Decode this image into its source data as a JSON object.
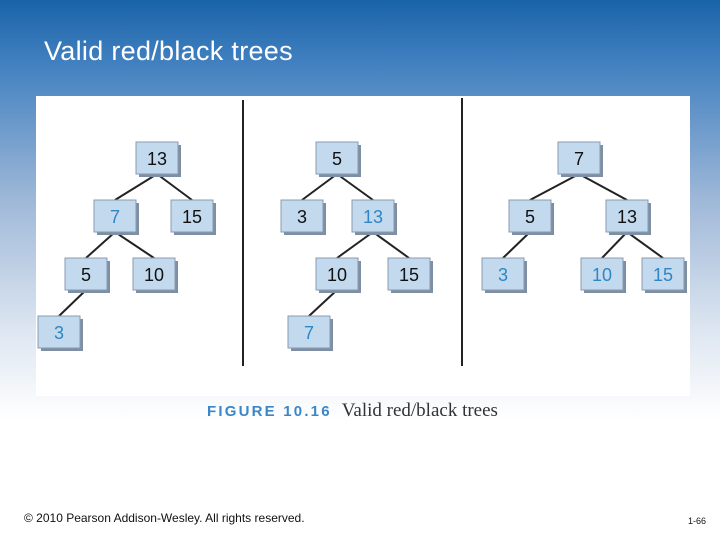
{
  "slide": {
    "title": "Valid red/black trees",
    "copyright": "© 2010 Pearson Addison-Wesley. All rights reserved.",
    "page_number": "1-66"
  },
  "figure": {
    "label": "FIGURE 10.16",
    "caption": "Valid red/black trees"
  },
  "colors": {
    "black_node_text": "#111111",
    "red_node_text": "#2f86c4",
    "node_fill": "#c3d9ee"
  },
  "trees": [
    {
      "nodes": [
        {
          "id": "a13",
          "value": "13",
          "color": "black"
        },
        {
          "id": "a7",
          "value": "7",
          "color": "red"
        },
        {
          "id": "a15",
          "value": "15",
          "color": "black"
        },
        {
          "id": "a5",
          "value": "5",
          "color": "black"
        },
        {
          "id": "a10",
          "value": "10",
          "color": "black"
        },
        {
          "id": "a3",
          "value": "3",
          "color": "red"
        }
      ],
      "edges": [
        [
          "a13",
          "a7"
        ],
        [
          "a13",
          "a15"
        ],
        [
          "a7",
          "a5"
        ],
        [
          "a7",
          "a10"
        ],
        [
          "a5",
          "a3"
        ]
      ]
    },
    {
      "nodes": [
        {
          "id": "b5",
          "value": "5",
          "color": "black"
        },
        {
          "id": "b3",
          "value": "3",
          "color": "black"
        },
        {
          "id": "b13",
          "value": "13",
          "color": "red"
        },
        {
          "id": "b10",
          "value": "10",
          "color": "black"
        },
        {
          "id": "b15",
          "value": "15",
          "color": "black"
        },
        {
          "id": "b7",
          "value": "7",
          "color": "red"
        }
      ],
      "edges": [
        [
          "b5",
          "b3"
        ],
        [
          "b5",
          "b13"
        ],
        [
          "b13",
          "b10"
        ],
        [
          "b13",
          "b15"
        ],
        [
          "b10",
          "b7"
        ]
      ]
    },
    {
      "nodes": [
        {
          "id": "c7",
          "value": "7",
          "color": "black"
        },
        {
          "id": "c5",
          "value": "5",
          "color": "black"
        },
        {
          "id": "c13",
          "value": "13",
          "color": "black"
        },
        {
          "id": "c3",
          "value": "3",
          "color": "red"
        },
        {
          "id": "c10",
          "value": "10",
          "color": "red"
        },
        {
          "id": "c15",
          "value": "15",
          "color": "red"
        }
      ],
      "edges": [
        [
          "c7",
          "c5"
        ],
        [
          "c7",
          "c13"
        ],
        [
          "c5",
          "c3"
        ],
        [
          "c13",
          "c10"
        ],
        [
          "c13",
          "c15"
        ]
      ]
    }
  ]
}
